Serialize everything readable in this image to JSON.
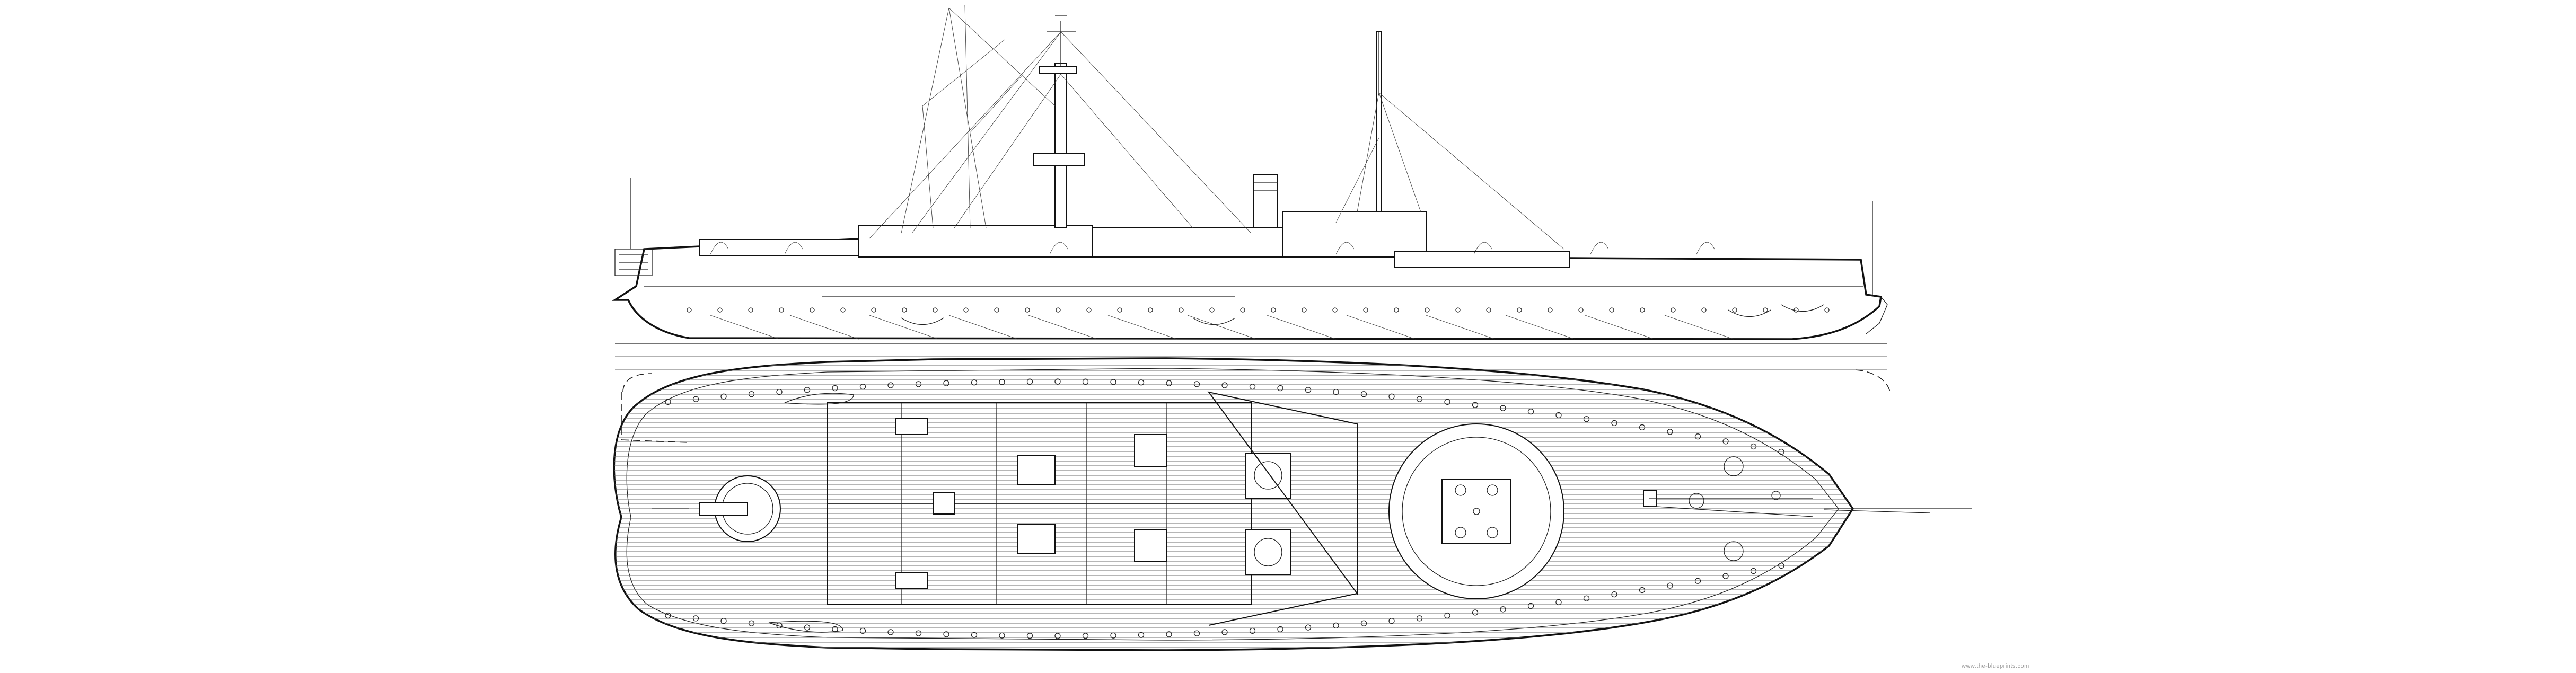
{
  "figure": {
    "kind": "ship-plan",
    "views": [
      "side-elevation",
      "deck-plan"
    ],
    "watermark": "www.the-blueprints.com"
  },
  "colors": {
    "ink": "#1a1a1a",
    "background": "#ffffff",
    "deck_planking": "#6d6d6d",
    "watermark": "#9a9a9a"
  }
}
